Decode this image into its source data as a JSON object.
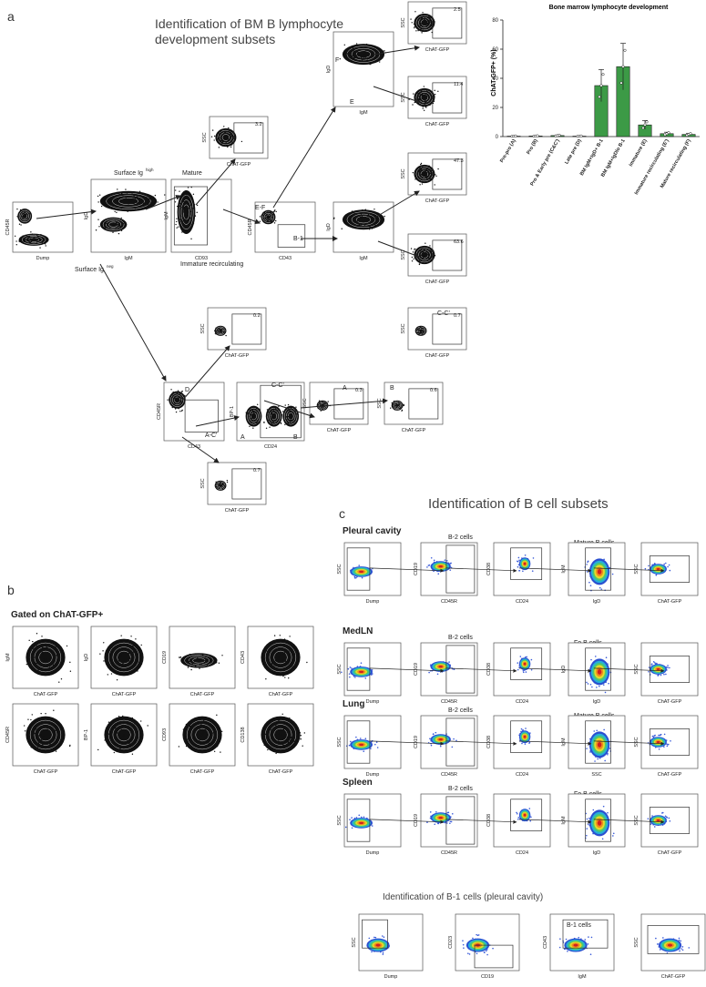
{
  "panel_a": {
    "letter": "a",
    "title_line1": "Identification of BM B lymphocyte",
    "title_line2": "development subsets",
    "axis_labels": {
      "cd45r": "CD45R",
      "dump": "Dump",
      "igd": "IgD",
      "igm": "IgM",
      "cd93": "CD93",
      "cd43": "CD43",
      "ssc": "SSC",
      "chat_gfp": "ChAT-GFP",
      "bp1": "BP-1",
      "cd24": "CD24"
    },
    "gate_labels": {
      "surface_ig_hi": "Surface Ig",
      "surface_ig_hi_sup": "high",
      "surface_ig_neg": "Surface Ig",
      "surface_ig_neg_sup": "neg",
      "mature": "Mature",
      "immature_recirc": "Immature recirculating",
      "e_f": "E-F",
      "b1": "B-1",
      "f": "F",
      "e": "E",
      "d": "D",
      "a_c": "A-C'",
      "c_c": "C-C'",
      "a": "A",
      "b": "B"
    },
    "gate_values": {
      "gfp_top1": "2.5",
      "gfp_top2": "11.4",
      "gfp_mature": "3.2",
      "gfp_igmigd": "47.3",
      "gfp_b1": "63.6",
      "gfp_d": "0.2",
      "gfp_cc_top": "0.7",
      "gfp_a": "0.3",
      "gfp_b": "0.6",
      "gfp_ac": "0.7"
    }
  },
  "chart_data": {
    "type": "bar",
    "title": "Bone marrow lymphocyte development",
    "ylabel": "ChAT-GFP+ (%)",
    "xlabel": "",
    "ylim": [
      0,
      80
    ],
    "yticks": [
      0,
      20,
      40,
      60,
      80
    ],
    "categories": [
      "Pre-pro (A)",
      "Pro (B)",
      "Pro & Early pre (C&C')",
      "Late pre (D)",
      "BM IgM+IgD+ B-1",
      "BM IgM+IgDlo B-1",
      "Immature (E)",
      "Immature recirculating (E')",
      "Mature recirculating (F)"
    ],
    "values": [
      0.3,
      0.4,
      0.7,
      0.3,
      35,
      48,
      8,
      2,
      1.5
    ],
    "errors": [
      0.2,
      0.2,
      0.4,
      0.2,
      11,
      16,
      3,
      1,
      0.8
    ],
    "bar_color": "#3c9a46",
    "grid": false
  },
  "panel_b": {
    "letter": "b",
    "gated_label": "Gated on ChAT-GFP+",
    "xlabel": "ChAT-GFP",
    "row1": [
      "IgM",
      "IgD",
      "CD19",
      "CD43"
    ],
    "row2": [
      "CD45R",
      "BP-1",
      "CD93",
      "CD138"
    ]
  },
  "panel_c": {
    "letter": "c",
    "title": "Identification of B cell subsets",
    "b1_title": "Identification of B-1 cells (pleural cavity)",
    "rows": [
      {
        "tissue": "Pleural cavity",
        "gate2": "B-2 cells",
        "gate4": "Mature B cells",
        "x": [
          "Dump",
          "CD45R",
          "CD24",
          "IgD",
          "ChAT-GFP"
        ],
        "y": [
          "SSC",
          "CD19",
          "CD38",
          "IgM",
          "SSC"
        ]
      },
      {
        "tissue": "MedLN",
        "gate2": "B-2 cells",
        "gate4": "Fo B cells",
        "x": [
          "Dump",
          "CD45R",
          "CD24",
          "IgD",
          "ChAT-GFP"
        ],
        "y": [
          "SSC",
          "CD19",
          "CD38",
          "IgD",
          "SSC"
        ]
      },
      {
        "tissue": "Lung",
        "gate2": "B-2 cells",
        "gate4": "Mature B cells",
        "x": [
          "Dump",
          "CD45R",
          "CD24",
          "SSC",
          "ChAT-GFP"
        ],
        "y": [
          "SSC",
          "CD19",
          "CD38",
          "IgM",
          "SSC"
        ]
      },
      {
        "tissue": "Spleen",
        "gate2": "B-2 cells",
        "gate4": "Fo B cells",
        "x": [
          "Dump",
          "CD45R",
          "CD24",
          "IgD",
          "ChAT-GFP"
        ],
        "y": [
          "SSC",
          "CD19",
          "CD38",
          "IgM",
          "SSC"
        ]
      }
    ],
    "b1_row": {
      "gate": "B-1 cells",
      "x": [
        "Dump",
        "CD19",
        "IgM",
        "ChAT-GFP"
      ],
      "y": [
        "SSC",
        "CD23",
        "CD43",
        "SSC"
      ]
    }
  }
}
